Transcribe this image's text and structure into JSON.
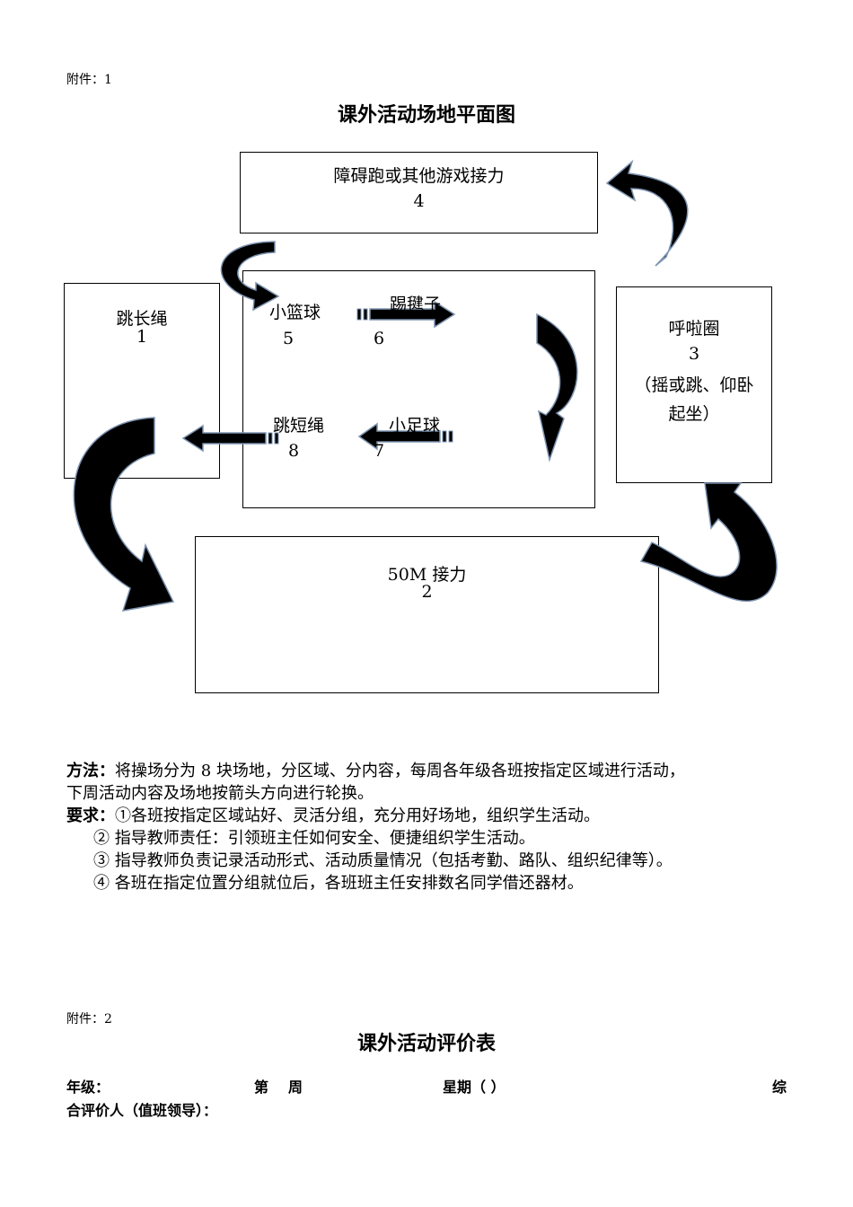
{
  "attachment1": "附件：1",
  "diagram_title": "课外活动场地平面图",
  "stations": {
    "s4": {
      "name": "障碍跑或其他游戏接力",
      "num": "4"
    },
    "s1": {
      "name": "跳长绳",
      "num": "1"
    },
    "s3": {
      "name": "呼啦圈",
      "num": "3",
      "sub1": "（摇或跳、仰卧",
      "sub2": "起坐）"
    },
    "s2": {
      "name": "50M 接力",
      "num": "2"
    },
    "s5": {
      "name": "小篮球",
      "num": "5"
    },
    "s6": {
      "name": "踢毽子",
      "num": "6"
    },
    "s7": {
      "name": "小足球",
      "num": "7"
    },
    "s8": {
      "name": "跳短绳",
      "num": "8"
    }
  },
  "method": {
    "label": "方法：",
    "line1": "将操场分为 8 块场地，分区域、分内容，每周各年级各班按指定区域进行活动，",
    "line2": "下周活动内容及场地按箭头方向进行轮换。"
  },
  "requirements": {
    "label": "要求：",
    "item1": "①各班按指定区域站好、灵活分组，充分用好场地，组织学生活动。",
    "item2": "② 指导教师责任：引领班主任如何安全、便捷组织学生活动。",
    "item3": "③ 指导教师负责记录活动形式、活动质量情况（包括考勤、路队、组织纪律等）。",
    "item4": "④ 各班在指定位置分组就位后，各班班主任安排数名同学借还器材。"
  },
  "attachment2": "附件：2",
  "table_title": "课外活动评价表",
  "form": {
    "grade": "年级：",
    "week_di": "第",
    "week_zhou": "周",
    "weekday": "星期（  ）",
    "overall_1": "综",
    "overall_2": "合评价人（值班领导）："
  }
}
